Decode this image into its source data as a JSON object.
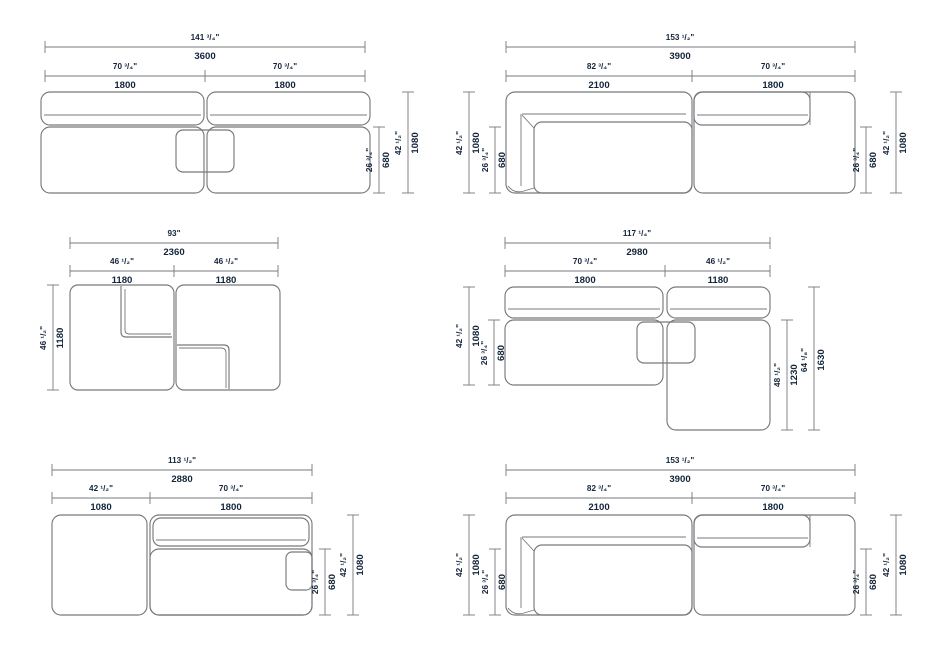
{
  "sheet": {
    "title": "Modular sofa dimension drawings",
    "units": {
      "imperial": "inches",
      "metric": "millimeters"
    },
    "line_color": "#77797c",
    "text_color": "#14253b"
  },
  "drawings": [
    {
      "id": "top-left",
      "name": "two-seat-sofa-front-view",
      "view": "front",
      "overall": {
        "imperial": "141 ³/₄\"",
        "metric": "3600"
      },
      "segments": [
        {
          "imperial": "70 ³/₄\"",
          "metric": "1800"
        },
        {
          "imperial": "70 ³/₄\"",
          "metric": "1800"
        }
      ],
      "heights": [
        {
          "imperial": "26 ³/₄\"",
          "metric": "680"
        },
        {
          "imperial": "42 ¹/₂\"",
          "metric": "1080"
        }
      ]
    },
    {
      "id": "top-right",
      "name": "chaise-sofa-front-view",
      "view": "front",
      "overall": {
        "imperial": "153 ¹/₂\"",
        "metric": "3900"
      },
      "segments": [
        {
          "imperial": "82 ³/₄\"",
          "metric": "2100"
        },
        {
          "imperial": "70 ³/₄\"",
          "metric": "1800"
        }
      ],
      "heights_left": [
        {
          "imperial": "42 ¹/₂\"",
          "metric": "1080"
        },
        {
          "imperial": "26 ³/₄\"",
          "metric": "680"
        }
      ],
      "heights_right": [
        {
          "imperial": "26 ³/₄\"",
          "metric": "680"
        },
        {
          "imperial": "42 ¹/₂\"",
          "metric": "1080"
        }
      ]
    },
    {
      "id": "middle-left",
      "name": "two-module-plan-view",
      "view": "plan",
      "overall": {
        "imperial": "93\"",
        "metric": "2360"
      },
      "segments": [
        {
          "imperial": "46 ¹/₂\"",
          "metric": "1180"
        },
        {
          "imperial": "46 ¹/₂\"",
          "metric": "1180"
        }
      ],
      "depth": {
        "imperial": "46 ¹/₂\"",
        "metric": "1180"
      }
    },
    {
      "id": "middle-right",
      "name": "corner-chaise-sofa-view",
      "view": "front",
      "overall": {
        "imperial": "117 ¹/₄\"",
        "metric": "2980"
      },
      "segments": [
        {
          "imperial": "70 ³/₄\"",
          "metric": "1800"
        },
        {
          "imperial": "46 ¹/₂\"",
          "metric": "1180"
        }
      ],
      "heights_left": [
        {
          "imperial": "42 ¹/₂\"",
          "metric": "1080"
        },
        {
          "imperial": "26 ³/₄\"",
          "metric": "680"
        }
      ],
      "heights_right": [
        {
          "imperial": "48 ¹/₂\"",
          "metric": "1230"
        },
        {
          "imperial": "64 ¹/₈\"",
          "metric": "1630"
        }
      ]
    },
    {
      "id": "bottom-left",
      "name": "ottoman-plus-sofa-view",
      "view": "front",
      "overall": {
        "imperial": "113 ¹/₂\"",
        "metric": "2880"
      },
      "segments": [
        {
          "imperial": "42 ¹/₂\"",
          "metric": "1080"
        },
        {
          "imperial": "70 ³/₄\"",
          "metric": "1800"
        }
      ],
      "heights": [
        {
          "imperial": "26 ³/₄\"",
          "metric": "680"
        },
        {
          "imperial": "42 ¹/₂\"",
          "metric": "1080"
        }
      ]
    },
    {
      "id": "bottom-right",
      "name": "chaise-sofa-front-view-alt",
      "view": "front",
      "overall": {
        "imperial": "153 ¹/₂\"",
        "metric": "3900"
      },
      "segments": [
        {
          "imperial": "82 ³/₄\"",
          "metric": "2100"
        },
        {
          "imperial": "70 ³/₄\"",
          "metric": "1800"
        }
      ],
      "heights_left": [
        {
          "imperial": "42 ¹/₂\"",
          "metric": "1080"
        },
        {
          "imperial": "26 ³/₄\"",
          "metric": "680"
        }
      ],
      "heights_right": [
        {
          "imperial": "26 ³/₄\"",
          "metric": "680"
        },
        {
          "imperial": "42 ¹/₂\"",
          "metric": "1080"
        }
      ]
    }
  ]
}
